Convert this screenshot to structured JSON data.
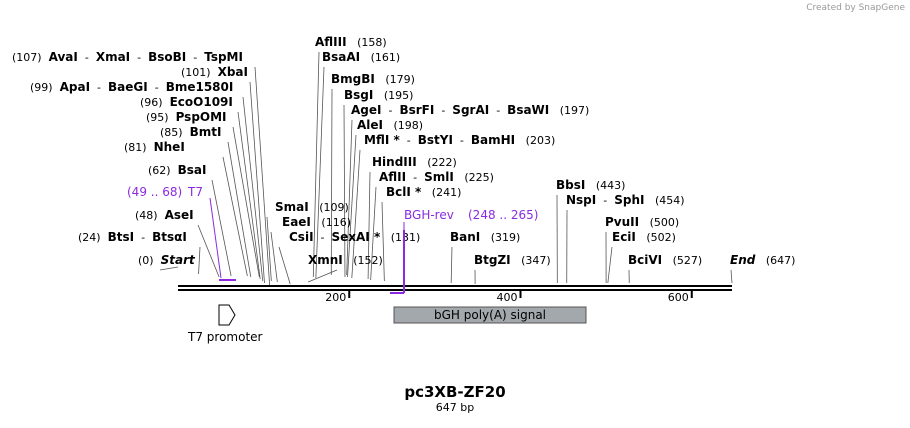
{
  "credit": "Created by SnapGene",
  "title": "pc3XB-ZF20",
  "subtitle": "647 bp",
  "ticks": [
    {
      "pos": 200,
      "label": "200"
    },
    {
      "pos": 400,
      "label": "400"
    },
    {
      "pos": 600,
      "label": "600"
    }
  ],
  "sites": [
    {
      "key": "site-start",
      "names": [
        {
          "n": "Start",
          "i": true
        }
      ],
      "pos": "(0)",
      "posFirst": true,
      "bp": 0
    },
    {
      "key": "site-btsi",
      "names": [
        {
          "n": "BtsI"
        },
        {
          "n": "BtsαI"
        }
      ],
      "pos": "(24)",
      "posFirst": true,
      "bp": 24
    },
    {
      "key": "site-asei",
      "names": [
        {
          "n": "AseI"
        }
      ],
      "pos": "(48)",
      "posFirst": true,
      "bp": 48
    },
    {
      "key": "site-bsai",
      "names": [
        {
          "n": "BsaI"
        }
      ],
      "pos": "(62)",
      "posFirst": true,
      "bp": 62
    },
    {
      "key": "site-nhei",
      "names": [
        {
          "n": "NheI"
        }
      ],
      "pos": "(81)",
      "posFirst": true,
      "bp": 81
    },
    {
      "key": "site-bmti",
      "names": [
        {
          "n": "BmtI"
        }
      ],
      "pos": "(85)",
      "posFirst": true,
      "bp": 85
    },
    {
      "key": "site-psppomi",
      "names": [
        {
          "n": "PspOMI"
        }
      ],
      "pos": "(95)",
      "posFirst": true,
      "bp": 95
    },
    {
      "key": "site-ecoo109i",
      "names": [
        {
          "n": "EcoO109I"
        }
      ],
      "pos": "(96)",
      "posFirst": true,
      "bp": 96
    },
    {
      "key": "site-apai",
      "names": [
        {
          "n": "ApaI"
        },
        {
          "n": "BaeGI"
        },
        {
          "n": "Bme1580I"
        }
      ],
      "pos": "(99)",
      "posFirst": true,
      "bp": 99
    },
    {
      "key": "site-xbai",
      "names": [
        {
          "n": "XbaI"
        }
      ],
      "pos": "(101)",
      "posFirst": true,
      "bp": 101
    },
    {
      "key": "site-avai",
      "names": [
        {
          "n": "AvaI"
        },
        {
          "n": "XmaI"
        },
        {
          "n": "BsoBI"
        },
        {
          "n": "TspMI"
        }
      ],
      "pos": "(107)",
      "posFirst": true,
      "bp": 107
    },
    {
      "key": "site-smai",
      "names": [
        {
          "n": "SmaI"
        }
      ],
      "pos": "(109)",
      "bp": 109
    },
    {
      "key": "site-eaei",
      "names": [
        {
          "n": "EaeI"
        }
      ],
      "pos": "(116)",
      "bp": 116
    },
    {
      "key": "site-csii",
      "names": [
        {
          "n": "CsiI"
        },
        {
          "n": "SexAI *"
        }
      ],
      "pos": "(131)",
      "bp": 131
    },
    {
      "key": "site-xmni",
      "names": [
        {
          "n": "XmnI"
        }
      ],
      "pos": "(152)",
      "bp": 152
    },
    {
      "key": "site-aflii",
      "names": [
        {
          "n": "AflIII"
        }
      ],
      "pos": "(158)",
      "bp": 158
    },
    {
      "key": "site-bsaai",
      "names": [
        {
          "n": "BsaAI"
        }
      ],
      "pos": "(161)",
      "bp": 161
    },
    {
      "key": "site-bmgbi",
      "names": [
        {
          "n": "BmgBI"
        }
      ],
      "pos": "(179)",
      "bp": 179
    },
    {
      "key": "site-bsgi",
      "names": [
        {
          "n": "BsgI"
        }
      ],
      "pos": "(195)",
      "bp": 195
    },
    {
      "key": "site-agei",
      "names": [
        {
          "n": "AgeI"
        },
        {
          "n": "BsrFI"
        },
        {
          "n": "SgrAI"
        },
        {
          "n": "BsaWI"
        }
      ],
      "pos": "(197)",
      "bp": 197
    },
    {
      "key": "site-alei",
      "names": [
        {
          "n": "AleI"
        }
      ],
      "pos": "(198)",
      "bp": 198
    },
    {
      "key": "site-mfli",
      "names": [
        {
          "n": "MflI *"
        },
        {
          "n": "BstYI"
        },
        {
          "n": "BamHI"
        }
      ],
      "pos": "(203)",
      "bp": 203
    },
    {
      "key": "site-hindiii",
      "names": [
        {
          "n": "HindIII"
        }
      ],
      "pos": "(222)",
      "bp": 222
    },
    {
      "key": "site-afli",
      "names": [
        {
          "n": "AflII"
        },
        {
          "n": "SmlI"
        }
      ],
      "pos": "(225)",
      "bp": 225
    },
    {
      "key": "site-bcli",
      "names": [
        {
          "n": "BclI *"
        }
      ],
      "pos": "(241)",
      "bp": 241
    },
    {
      "key": "site-bani",
      "names": [
        {
          "n": "BanI"
        }
      ],
      "pos": "(319)",
      "bp": 319
    },
    {
      "key": "site-btgzi",
      "names": [
        {
          "n": "BtgZI"
        }
      ],
      "pos": "(347)",
      "bp": 347
    },
    {
      "key": "site-bbsi",
      "names": [
        {
          "n": "BbsI"
        }
      ],
      "pos": "(443)",
      "bp": 443
    },
    {
      "key": "site-nspi",
      "names": [
        {
          "n": "NspI"
        },
        {
          "n": "SphI"
        }
      ],
      "pos": "(454)",
      "bp": 454
    },
    {
      "key": "site-pvuii",
      "names": [
        {
          "n": "PvuII"
        }
      ],
      "pos": "(500)",
      "bp": 500
    },
    {
      "key": "site-ecii",
      "names": [
        {
          "n": "EciI"
        }
      ],
      "pos": "(502)",
      "bp": 502
    },
    {
      "key": "site-bcivi",
      "names": [
        {
          "n": "BciVI"
        }
      ],
      "pos": "(527)",
      "bp": 527
    },
    {
      "key": "site-end",
      "names": [
        {
          "n": "End",
          "i": true
        }
      ],
      "pos": "(647)",
      "bp": 647
    }
  ],
  "primers": [
    {
      "key": "primer-t7",
      "name": "T7",
      "range": "(49 .. 68)",
      "rangeFirst": true
    },
    {
      "key": "primer-bgh-rev",
      "name": "BGH-rev",
      "range": "(248 .. 265)"
    }
  ],
  "features": [
    {
      "key": "feature-bgh-polya",
      "label": "bGH poly(A) signal",
      "color": "#a3a8ad"
    },
    {
      "key": "feature-t7-promoter",
      "label": "T7 promoter"
    }
  ],
  "colors": {
    "primer": "#8a2be2",
    "backbone": "#000000",
    "feature": "#a3a8ad",
    "credit": "#999999"
  }
}
